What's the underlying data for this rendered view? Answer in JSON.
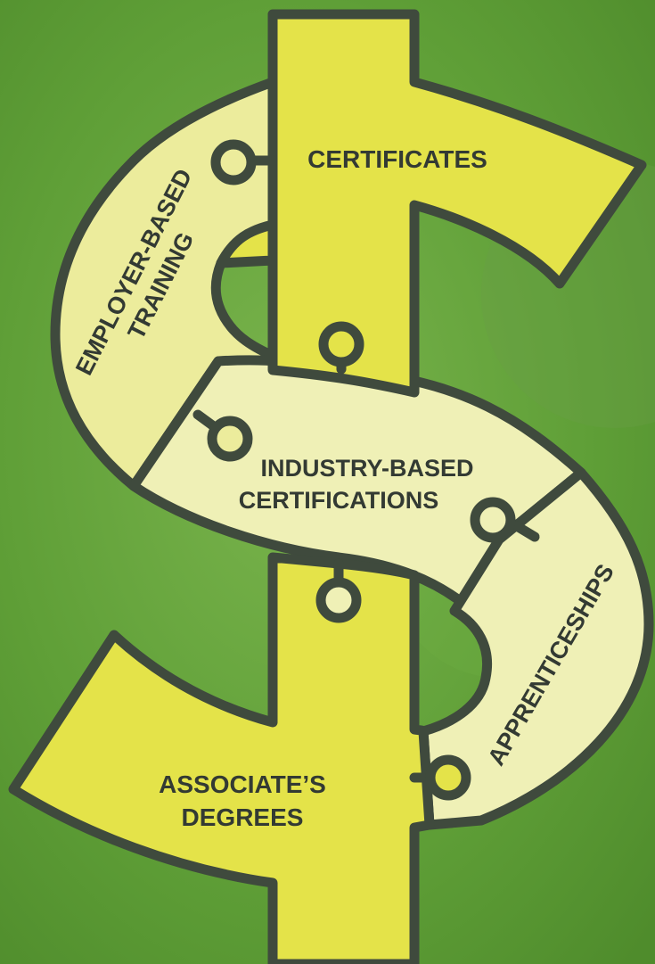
{
  "colors": {
    "background": "#5a9a34",
    "background_light": "#77b24b",
    "outline": "#3f4a3d",
    "piece_bright": "#e4e349",
    "piece_pale": "#ecec9c",
    "piece_paler": "#eff0b6",
    "text": "#333a33"
  },
  "pieces": {
    "certificates": {
      "label": "CERTIFICATES"
    },
    "employer_based_training": {
      "line1": "EMPLOYER-BASED",
      "line2": "TRAINING"
    },
    "industry_based_certifications": {
      "line1": "INDUSTRY-BASED",
      "line2": "CERTIFICATIONS"
    },
    "apprenticeships": {
      "label": "APPRENTICESHIPS"
    },
    "associates_degrees": {
      "line1": "ASSOCIATE’S",
      "line2": "DEGREES"
    }
  }
}
